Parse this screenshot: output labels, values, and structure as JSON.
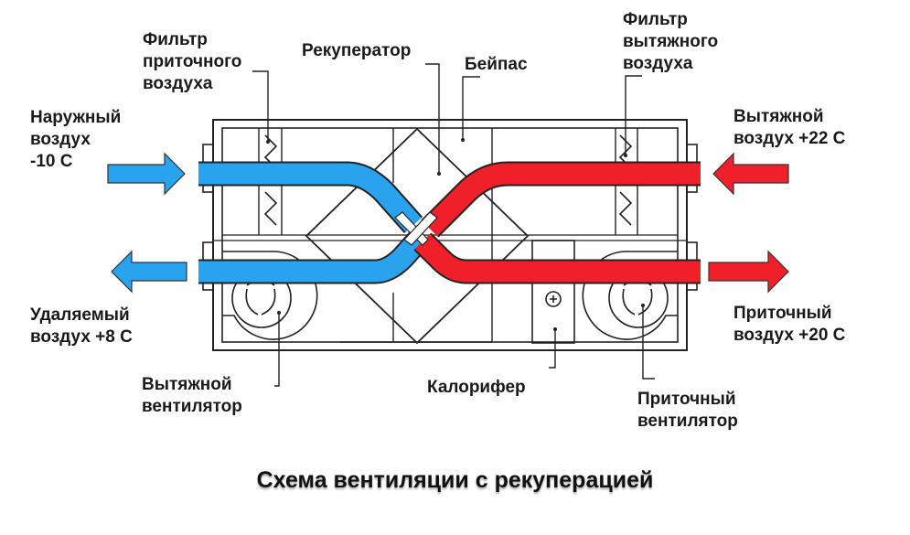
{
  "title": "Схема вентиляции с рекуперацией",
  "labels": {
    "outdoor_air": "Наружный\nвоздух\n-10 С",
    "supply_filter": "Фильтр\nприточного\nвоздуха",
    "recuperator": "Рекуператор",
    "bypass": "Бейпас",
    "exhaust_filter": "Фильтр\nвытяжного\nвоздуха",
    "extract_air": "Вытяжной\nвоздух +22 С",
    "removed_air": "Удаляемый\nвоздух +8 С",
    "exhaust_fan": "Вытяжной\nвентилятор",
    "heater": "Калорифер",
    "supply_fan": "Приточный\nвентилятор",
    "supply_air": "Приточный\nвоздух +20 С"
  },
  "flows": {
    "cold_color": "#2aa3ef",
    "warm_color": "#f0202a"
  }
}
